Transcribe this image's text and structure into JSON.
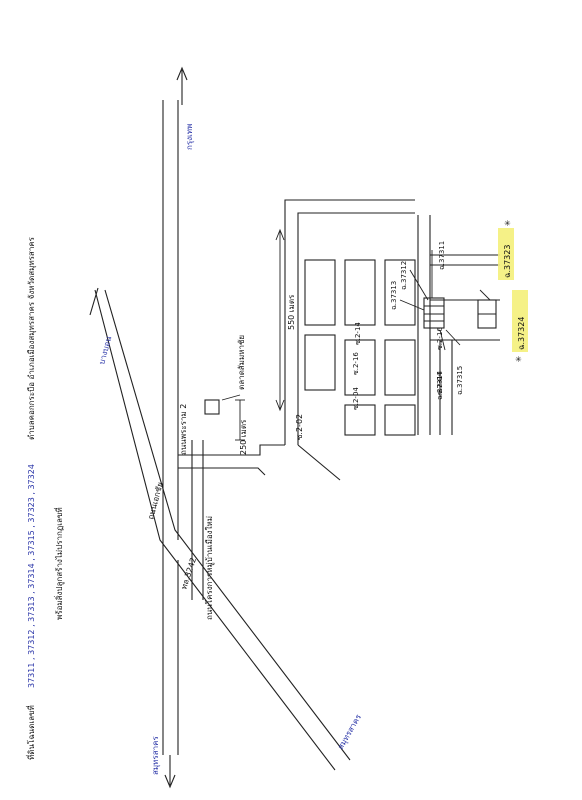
{
  "title": {
    "prefix": "ที่ดินโฉนดเลขที่",
    "deeds": "37311 , 37312 , 37313 , 37314 , 37315 , 37323 , 37324",
    "location": "ตำบลคอกกระบือ อำเภอเมืองสมุทรสาคร จังหวัดสมุทรสาคร",
    "subtitle": "พร้อมสิ่งปลูกสร้างไม่ปรากฏเลขที่"
  },
  "roads": {
    "main_north": "กรุงเทพ",
    "main_south": "สมุทรสาคร",
    "main_name": "ถนนพระราม 2",
    "diag_name": "ถนนเอกชัย",
    "diag_north": "บางบอน",
    "diag_south": "สมุทรสาคร",
    "diag_mid": "ทล.3242",
    "side_road": "ถนนโครงการหมู่บ้านเมืองใหม่",
    "soi_main": "ซ.2-02",
    "soi_a": "ซ.2-04",
    "soi_b": "ซ.2-16",
    "soi_c": "ซ.2-14"
  },
  "landmarks": {
    "market": "ตลาดสัมมหาชัย"
  },
  "distances": {
    "d250": "250 เมตร",
    "d550": "550 เมตร"
  },
  "parcels": {
    "p37311": "ฉ.37311",
    "p37312": "ฉ.37312",
    "p37313": "ฉ.37313",
    "p37314": "ฉ.37314",
    "p37315": "ฉ.37315",
    "p37323": "ฉ.37323",
    "p37324": "ฉ.37324"
  }
}
